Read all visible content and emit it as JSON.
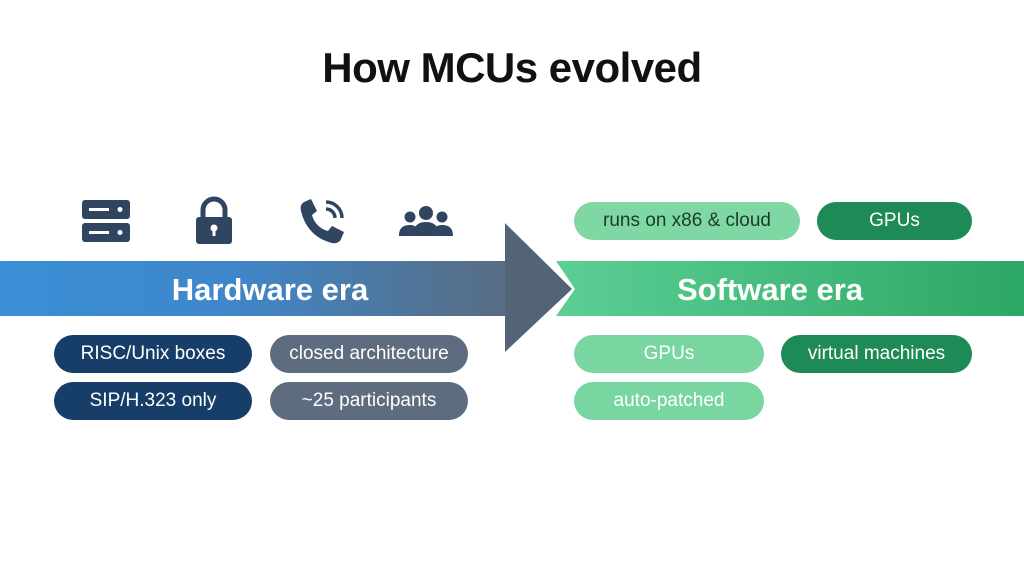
{
  "title": "How MCUs evolved",
  "hardware": {
    "label": "Hardware era",
    "icons": [
      "server-icon",
      "lock-icon",
      "phone-call-icon",
      "group-icon"
    ],
    "pills": [
      "RISC/Unix boxes",
      "closed architecture",
      "SIP/H.323 only",
      "~25 participants"
    ]
  },
  "software": {
    "label": "Software era",
    "top_pills": [
      "runs on x86 & cloud",
      "GPUs"
    ],
    "bottom_pills": [
      "GPUs",
      "virtual machines",
      "auto-patched"
    ]
  },
  "colors": {
    "hardware_band_start": "#3a8fd6",
    "hardware_band_end": "#5a6b7e",
    "arrow": "#536477",
    "software_band_start": "#4fc98a",
    "software_band_end": "#2da765",
    "navy_pill": "#173e68",
    "slate_pill": "#5d6c7e",
    "mint_pill": "#79d6a0",
    "forest_pill": "#1e8a55",
    "icon": "#2f4560"
  }
}
